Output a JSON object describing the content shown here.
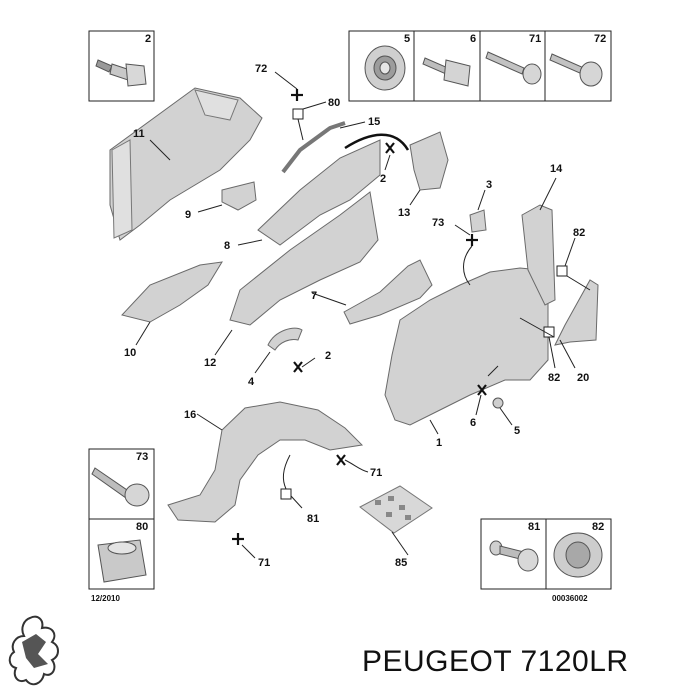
{
  "labels": {
    "p1": "1",
    "p2a": "2",
    "p2b": "2",
    "p3": "3",
    "p4": "4",
    "p5": "5",
    "p6": "6",
    "p7": "7",
    "p8": "8",
    "p9": "9",
    "p10": "10",
    "p11": "11",
    "p12": "12",
    "p13": "13",
    "p14": "14",
    "p15": "15",
    "p16": "16",
    "p20": "20",
    "p71a": "71",
    "p71b": "71",
    "p72": "72",
    "p73": "73",
    "p80": "80",
    "p81": "81",
    "p82a": "82",
    "p82b": "82",
    "p85": "85"
  },
  "boxes": {
    "b2": "2",
    "b5": "5",
    "b6": "6",
    "b71": "71",
    "b72": "72",
    "b73": "73",
    "b80": "80",
    "b81": "81",
    "b82": "82"
  },
  "footer": {
    "date": "12/2010",
    "code": "00036002"
  },
  "brand": {
    "text": "PEUGEOT 7120LR"
  }
}
